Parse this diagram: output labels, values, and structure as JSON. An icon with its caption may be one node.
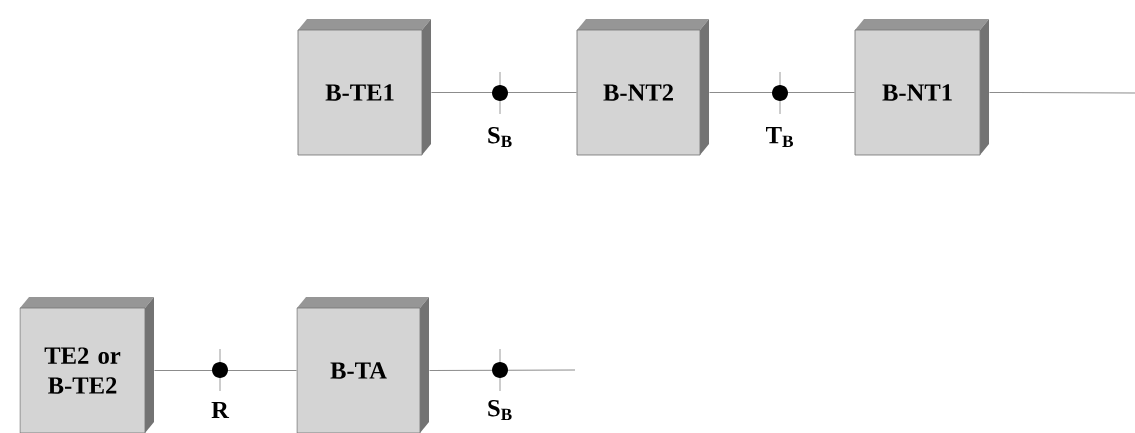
{
  "diagram": {
    "nodes": [
      {
        "text": [
          "B-TE1"
        ]
      },
      {
        "text": [
          "B-NT2"
        ]
      },
      {
        "text": [
          "B-NT1"
        ]
      },
      {
        "text": [
          "TE2 or B-TE2"
        ]
      },
      {
        "text": [
          "B-TA"
        ]
      }
    ],
    "edges": [
      {
        "from": 0,
        "to": 1,
        "arrow": "none"
      },
      {
        "from": 1,
        "to": 2,
        "arrow": "none"
      },
      {
        "from": 2,
        "to": null,
        "arrow": "none"
      },
      {
        "from": 3,
        "to": 4,
        "arrow": "none"
      },
      {
        "from": 4,
        "to": null,
        "arrow": "none"
      }
    ],
    "labels": [
      "S$_{B}$",
      "T$_{B}$",
      "R",
      "S$_{B}$"
    ]
  }
}
